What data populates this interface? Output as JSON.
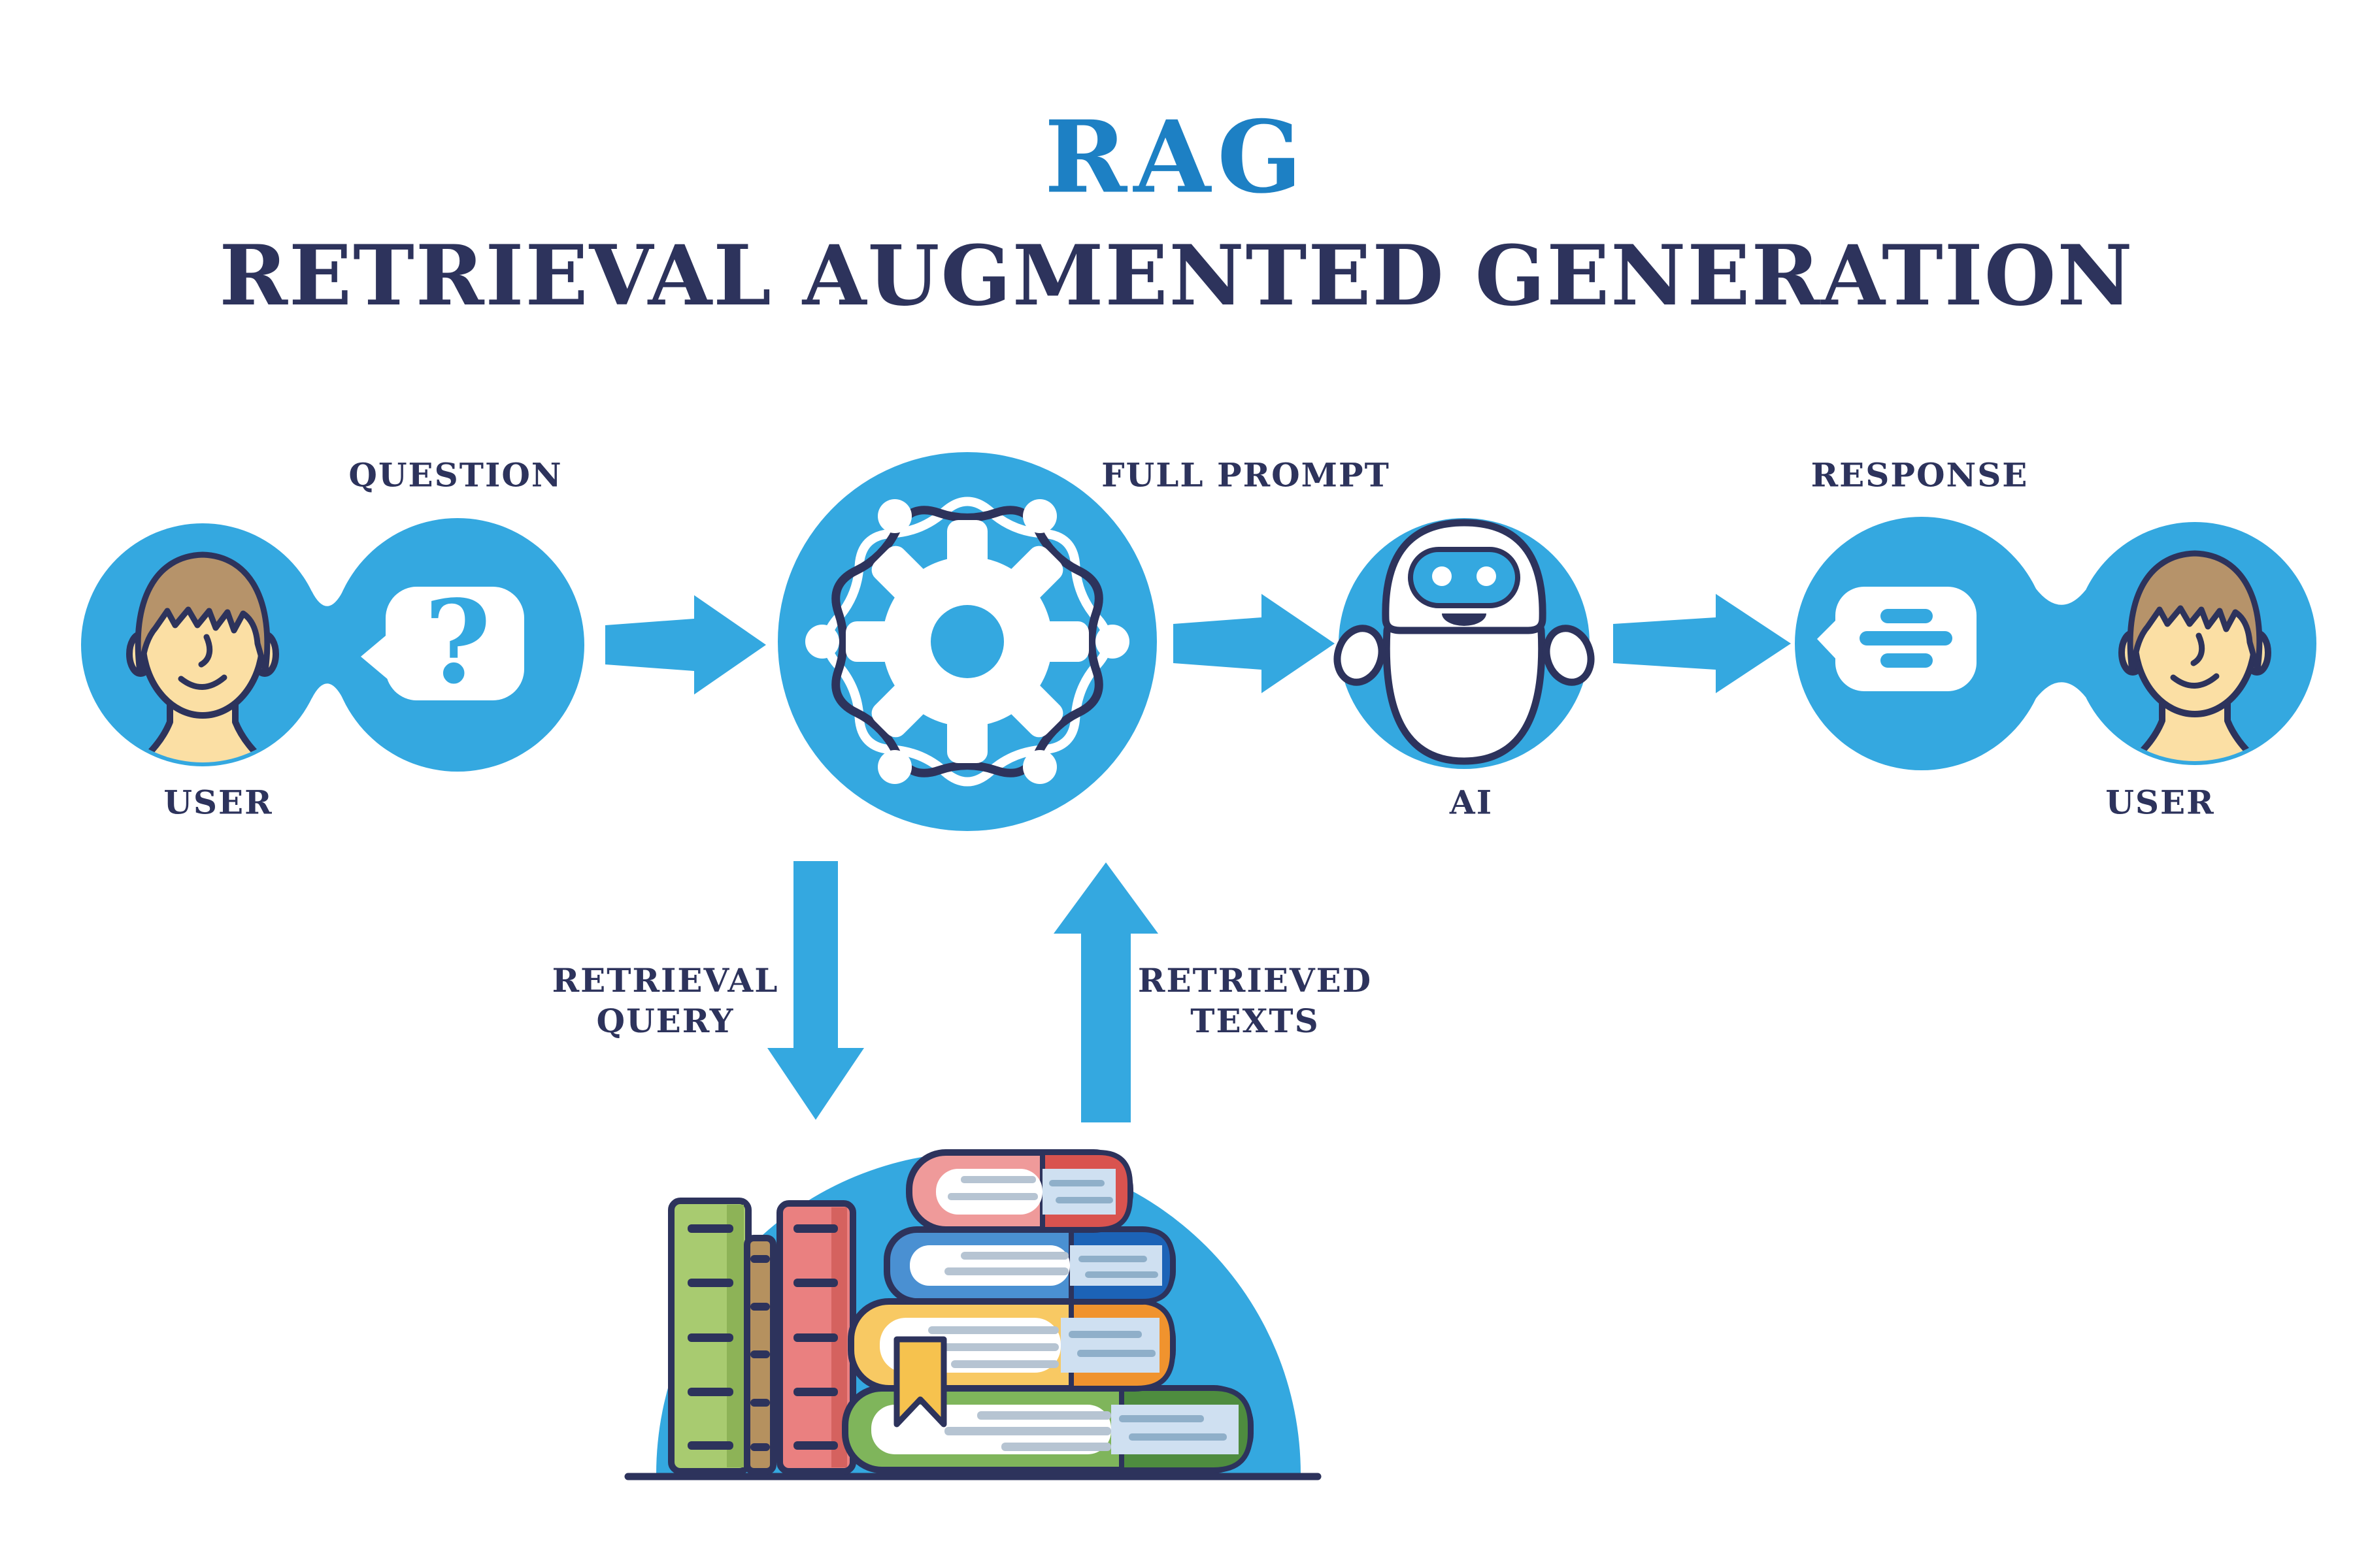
{
  "header": {
    "title": "RAG",
    "subtitle": "RETRIEVAL AUGMENTED GENERATION"
  },
  "flow": {
    "question_label": "QUESTION",
    "user_left_label": "USER",
    "full_prompt_label": "FULL PROMPT",
    "ai_label": "AI",
    "response_label": "RESPONSE",
    "user_right_label": "USER",
    "question_mark": "?"
  },
  "retrieval": {
    "query_line1": "RETRIEVAL",
    "query_line2": "QUERY",
    "texts_line1": "RETRIEVED",
    "texts_line2": "TEXTS"
  },
  "colors": {
    "accent_blue": "#34a8e0",
    "navy": "#2d335c",
    "title_blue": "#1d80c4",
    "skin": "#fbdfa4",
    "hair": "#b6936a",
    "book_green_vertical": "#a8cb70",
    "book_brown_vertical": "#b5915f",
    "book_red_vertical": "#ea8080",
    "book_pink": "#ef9a9a",
    "book_pink_accent": "#d9534f",
    "book_blue": "#4a90d2",
    "book_blue_accent": "#1c63b7",
    "book_yellow": "#f8c963",
    "book_yellow_accent": "#f0932e",
    "book_green": "#7fb55b",
    "book_green_accent": "#4e8c3f",
    "page_edge_blue": "#cfe0f1",
    "bookmark_yellow": "#f6c24e"
  }
}
